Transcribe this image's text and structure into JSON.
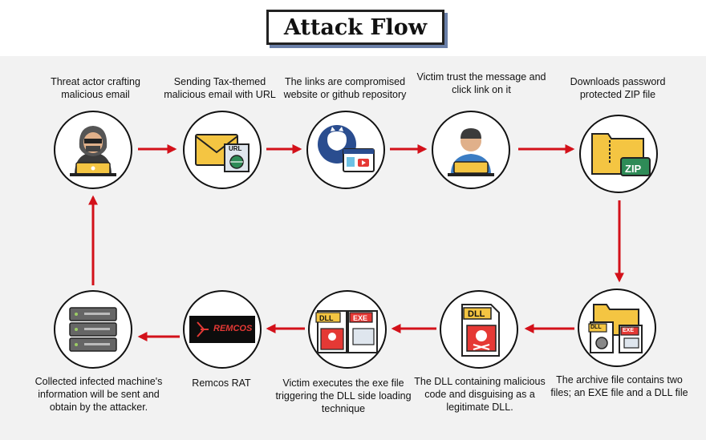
{
  "title": "Attack Flow",
  "steps": {
    "s1": "Threat actor crafting malicious email",
    "s2": "Sending Tax-themed malicious email  with URL",
    "s3": "The links are compromised website or github repository",
    "s4": "Victim trust the message and click link on it",
    "s5": "Downloads password protected  ZIP file",
    "s6": "The archive file contains two files; an EXE file and a DLL file",
    "s7": "The DLL containing malicious code and disguising as a legitimate DLL.",
    "s8": "Victim executes the exe file triggering the DLL side loading technique",
    "s9": "Remcos RAT",
    "s10": "Collected infected machine's information will be sent and obtain by the attacker."
  },
  "icon_text": {
    "url": "URL",
    "zip": "ZIP",
    "dll": "DLL",
    "exe": "EXE",
    "remcos": "REMCOS"
  },
  "colors": {
    "arrow": "#d3111a",
    "panel": "#f2f2f2",
    "title_shadow": "#6a7fa8",
    "folder": "#f4d03f",
    "zip_badge": "#2e8b57",
    "danger": "#e53935"
  }
}
